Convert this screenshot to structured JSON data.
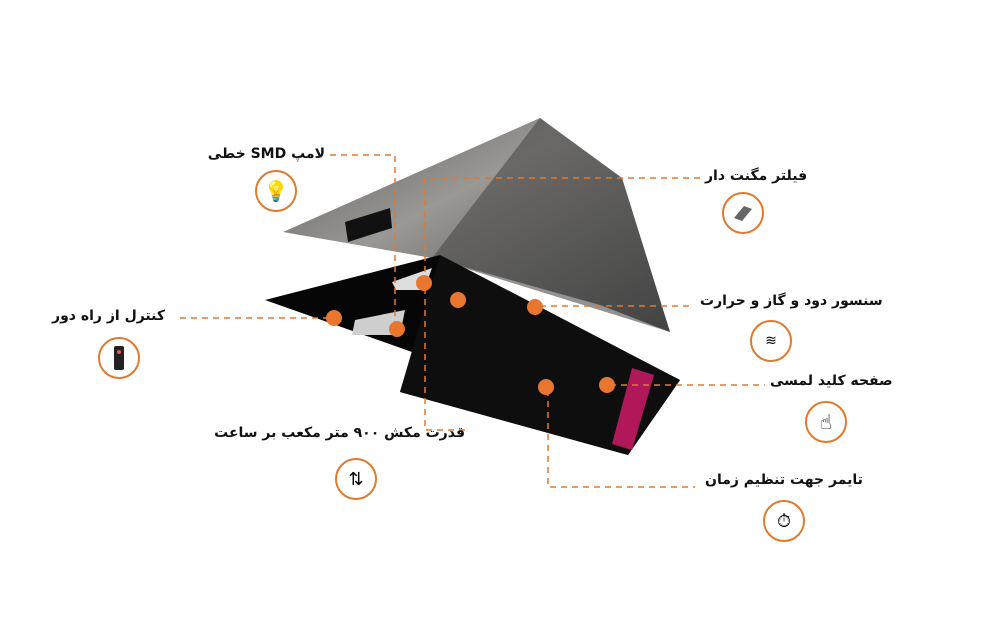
{
  "accent_color": "#e07a2e",
  "features": [
    {
      "id": "lamp",
      "label": "لامپ SMD خطی",
      "icon": "light-bulb-icon"
    },
    {
      "id": "filter",
      "label": "فیلتر مگنت دار",
      "icon": "filter-panel-icon"
    },
    {
      "id": "remote",
      "label": "کنترل از راه دور",
      "icon": "remote-control-icon"
    },
    {
      "id": "sensor",
      "label": "سنسور دود و گاز و حرارت",
      "icon": "sensor-waves-icon"
    },
    {
      "id": "touch",
      "label": "صفحه کلید لمسی",
      "icon": "touch-hand-icon"
    },
    {
      "id": "suction",
      "label": "قدرت مکش ۹۰۰ متر مکعب بر ساعت",
      "icon": "airflow-fan-icon"
    },
    {
      "id": "timer",
      "label": "تایمر جهت تنظیم زمان",
      "icon": "stopwatch-icon"
    }
  ]
}
